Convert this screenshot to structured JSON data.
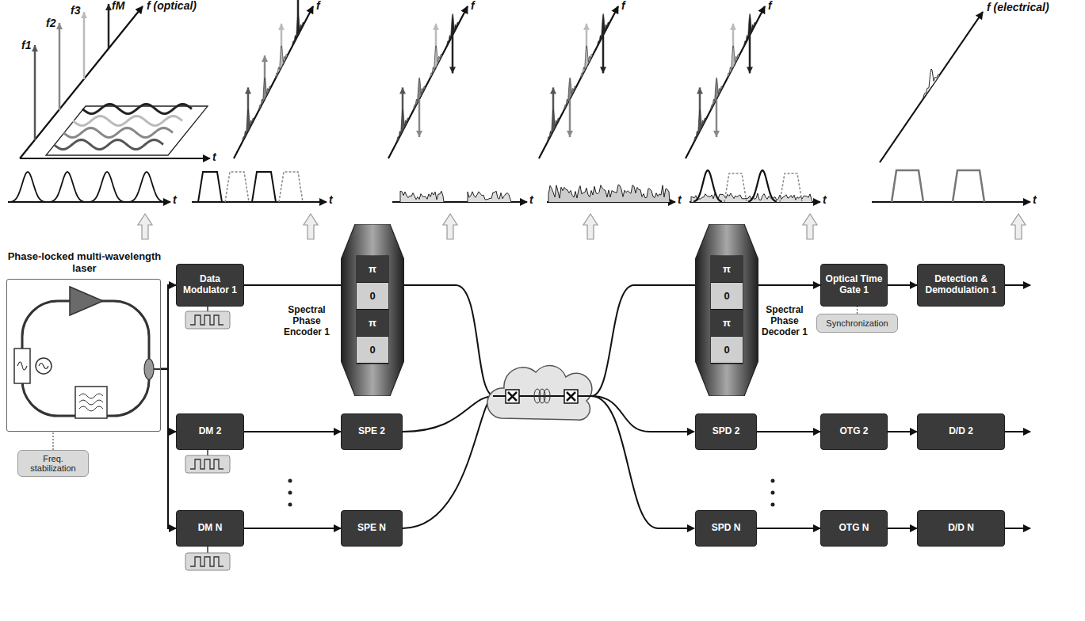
{
  "diagram": {
    "nodes": [
      {
        "text": [
          "Phase-locked multi-wavelength laser"
        ]
      },
      {
        "text": [
          "Freq. stabilization"
        ]
      },
      {
        "text": [
          "Data Modulator 1"
        ]
      },
      {
        "text": [
          "π",
          "0",
          "π",
          "0",
          "Spectral Phase Encoder 1"
        ]
      },
      {
        "text": [
          "DM 2"
        ]
      },
      {
        "text": [
          "SPE 2"
        ]
      },
      {
        "text": [
          "DM N"
        ]
      },
      {
        "text": [
          "SPE N"
        ]
      },
      {
        "text": [
          "π",
          "0",
          "π",
          "0",
          "Spectral Phase Decoder 1"
        ]
      },
      {
        "text": [
          "Optical Time Gate 1"
        ]
      },
      {
        "text": [
          "Synchronization"
        ]
      },
      {
        "text": [
          "Detection & Demodulation 1"
        ]
      },
      {
        "text": [
          "SPD 2"
        ]
      },
      {
        "text": [
          "OTG 2"
        ]
      },
      {
        "text": [
          "D/D 2"
        ]
      },
      {
        "text": [
          "SPD N"
        ]
      },
      {
        "text": [
          "OTG N"
        ]
      },
      {
        "text": [
          "D/D N"
        ]
      }
    ],
    "edges": [
      {
        "from": 1,
        "to": 0,
        "arrow": "none"
      },
      {
        "from": 0,
        "to": 2,
        "arrow": "to"
      },
      {
        "from": 0,
        "to": 4,
        "arrow": "to"
      },
      {
        "from": 0,
        "to": 6,
        "arrow": "to"
      },
      {
        "from": 2,
        "to": 3,
        "arrow": "none"
      },
      {
        "from": 4,
        "to": 5,
        "arrow": "to"
      },
      {
        "from": 6,
        "to": 7,
        "arrow": "to"
      },
      {
        "from": 8,
        "to": 9,
        "arrow": "to"
      },
      {
        "from": 9,
        "to": 11,
        "arrow": "to"
      },
      {
        "from": 10,
        "to": 9,
        "arrow": "none"
      },
      {
        "from": 12,
        "to": 13,
        "arrow": "to"
      },
      {
        "from": 13,
        "to": 14,
        "arrow": "to"
      },
      {
        "from": 15,
        "to": 16,
        "arrow": "to"
      },
      {
        "from": 16,
        "to": 17,
        "arrow": "to"
      }
    ],
    "labels": [
      "f (optical)",
      "f1",
      "f2",
      "f3",
      "fM",
      "t",
      "t",
      "f",
      "t",
      "f",
      "t",
      "f",
      "t",
      "f",
      "t",
      "f (electrical)",
      "t"
    ]
  }
}
